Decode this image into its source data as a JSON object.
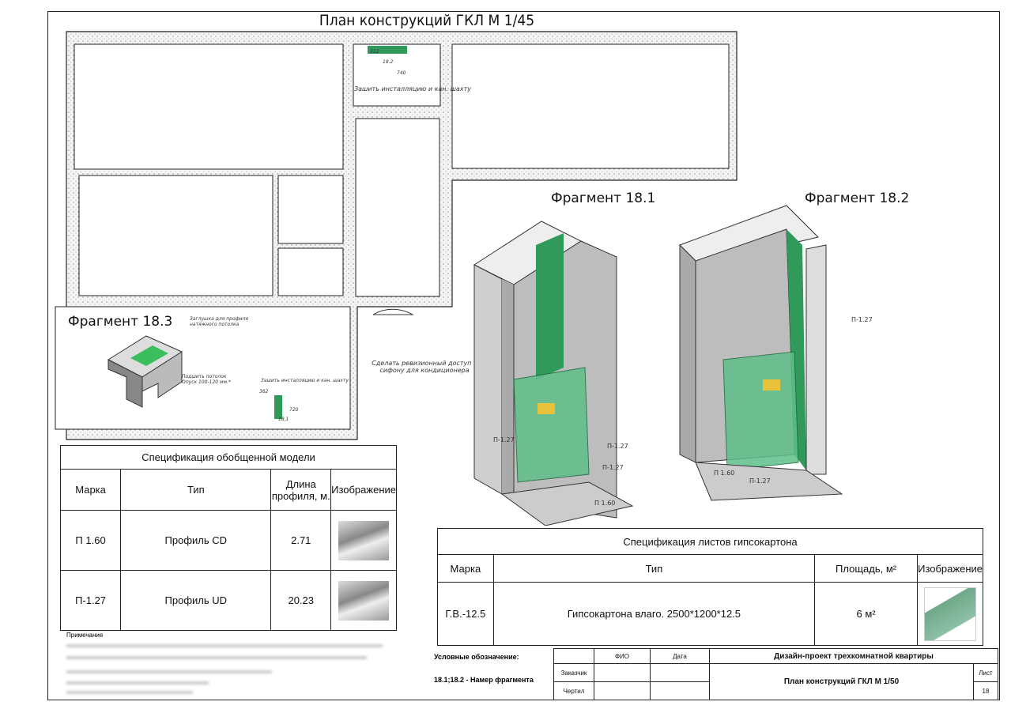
{
  "title": "План конструкций ГКЛ М 1/45",
  "plan": {
    "annotations": {
      "top_note": "Зашить инсталляцию и кан. шахту",
      "dim_312": "312",
      "dim_182": "18.2",
      "dim_740": "740",
      "ceiling_plug": "Заглушка для профиля натяжного потолка",
      "lower_ceiling": "Подшить потолок Опуск 100-120 мм.*",
      "bottom_note": "Зашить инсталляцию и кан. шахту",
      "dim_362": "362",
      "dim_181": "18.1",
      "dim_720": "720",
      "revision_note": "Сделать ревизионный доступ к сифону для кондиционера"
    }
  },
  "fragments": {
    "f181": {
      "label": "Фрагмент 18.1",
      "callouts": [
        "П-1.27",
        "П-1.27",
        "П-1.27",
        "П 1.60"
      ]
    },
    "f182": {
      "label": "Фрагмент 18.2",
      "callouts": [
        "П-1.27",
        "П 1.60",
        "П-1.27"
      ]
    },
    "f183": {
      "label": "Фрагмент 18.3"
    }
  },
  "spec_model": {
    "title": "Спецификация обобщенной модели",
    "headers": [
      "Марка",
      "Тип",
      "Длина профиля, м.",
      "Изображение"
    ],
    "rows": [
      {
        "mark": "П 1.60",
        "type": "Профиль CD",
        "length": "2.71"
      },
      {
        "mark": "П-1.27",
        "type": "Профиль UD",
        "length": "20.23"
      }
    ]
  },
  "note_label": "Примечание",
  "spec_sheets": {
    "title": "Спецификация листов гипсокартона",
    "headers": [
      "Марка",
      "Тип",
      "Площадь, м²",
      "Изображение"
    ],
    "rows": [
      {
        "mark": "Г.В.-12.5",
        "type": "Гипсокартона влаго. 2500*1200*12.5",
        "area": "6 м²"
      }
    ]
  },
  "legend": {
    "label": "Условные обозначение:",
    "item": "18.1;18.2 - Намер фрагмента"
  },
  "title_block": {
    "col_fio": "ФИО",
    "col_date": "Дата",
    "row_customer": "Заказчик",
    "row_drawn": "Чертил",
    "project": "Дизайн-проект трехкомнатной квартиры",
    "sheet_title": "План конструкций ГКЛ  М 1/50",
    "sheet_label": "Лист",
    "sheet_number": "18"
  },
  "colors": {
    "green": "#2f9a5a",
    "wall": "#e8e8e8",
    "line": "#222"
  }
}
